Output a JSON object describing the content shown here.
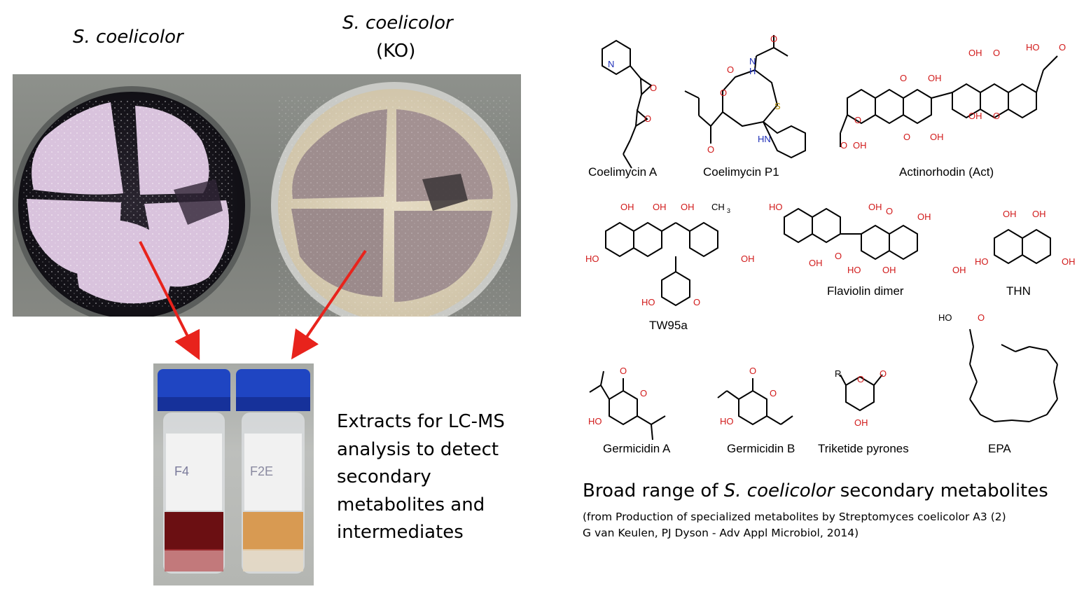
{
  "plates": {
    "left_label": "S. coelicolor",
    "right_label_species": "S. coelicolor",
    "right_label_suffix": "(KO)"
  },
  "extracts_caption": {
    "line1": "Extracts for LC-MS",
    "line2": "analysis to detect",
    "line3": "secondary",
    "line4": "metabolites and",
    "line5": "intermediates"
  },
  "vial_labels": {
    "left": "F4",
    "right": "F2E"
  },
  "molecules": {
    "coelimycin_a": "Coelimycin A",
    "coelimycin_p1": "Coelimycin P1",
    "actinorhodin": "Actinorhodin (Act)",
    "tw95a": "TW95a",
    "flaviolin_dimer": "Flaviolin dimer",
    "thn": "THN",
    "germicidin_a": "Germicidin A",
    "germicidin_b": "Germicidin B",
    "triketide_pyrones": "Triketide pyrones",
    "epa": "EPA"
  },
  "atom_labels": {
    "oh": "OH",
    "ho": "HO",
    "o": "O",
    "n": "N",
    "hn": "HN",
    "nh": "N",
    "h": "H",
    "s": "S",
    "r": "R",
    "ch3": "CH",
    "ch3_sub": "3"
  },
  "summary": {
    "title_prefix": "Broad range of ",
    "title_species": "S. coelicolor",
    "title_suffix": " secondary metabolites",
    "ref_line1": "(from  Production of specialized metabolites by Streptomyces coelicolor A3 (2)",
    "ref_line2": "G van Keulen, PJ Dyson - Adv Appl Microbiol, 2014)"
  },
  "colors": {
    "arrow": "#e8231c",
    "heteroatom_red": "#d11a1a",
    "heteroatom_blue": "#1f2fb8",
    "vial_cap": "#1f45c2",
    "plate_left_colony": "#d9c3dd",
    "plate_right_colony": "#9e8d8e"
  }
}
